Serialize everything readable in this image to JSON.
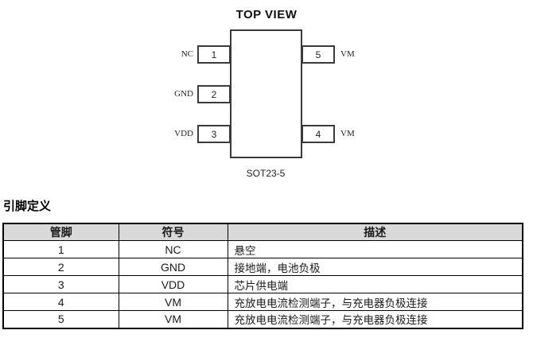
{
  "diagram": {
    "title": "TOP VIEW",
    "package_label": "SOT23-5",
    "left_pins": [
      {
        "number": "1",
        "label": "NC"
      },
      {
        "number": "2",
        "label": "GND"
      },
      {
        "number": "3",
        "label": "VDD"
      }
    ],
    "right_pins": [
      {
        "number": "5",
        "label": "VM"
      },
      {
        "number": "4",
        "label": "VM"
      }
    ]
  },
  "section": {
    "heading": "引脚定义"
  },
  "pin_table": {
    "headers": [
      "管脚",
      "符号",
      "描述"
    ],
    "rows": [
      [
        "1",
        "NC",
        "悬空"
      ],
      [
        "2",
        "GND",
        "接地端，电池负极"
      ],
      [
        "3",
        "VDD",
        "芯片供电端"
      ],
      [
        "4",
        "VM",
        "充放电电流检测端子，与充电器负极连接"
      ],
      [
        "5",
        "VM",
        "充放电电流检测端子，与充电器负极连接"
      ]
    ]
  },
  "colors": {
    "header_bg": "#d9d9d9",
    "table_border": "#000000",
    "diagram_line": "#3a3a3a"
  }
}
